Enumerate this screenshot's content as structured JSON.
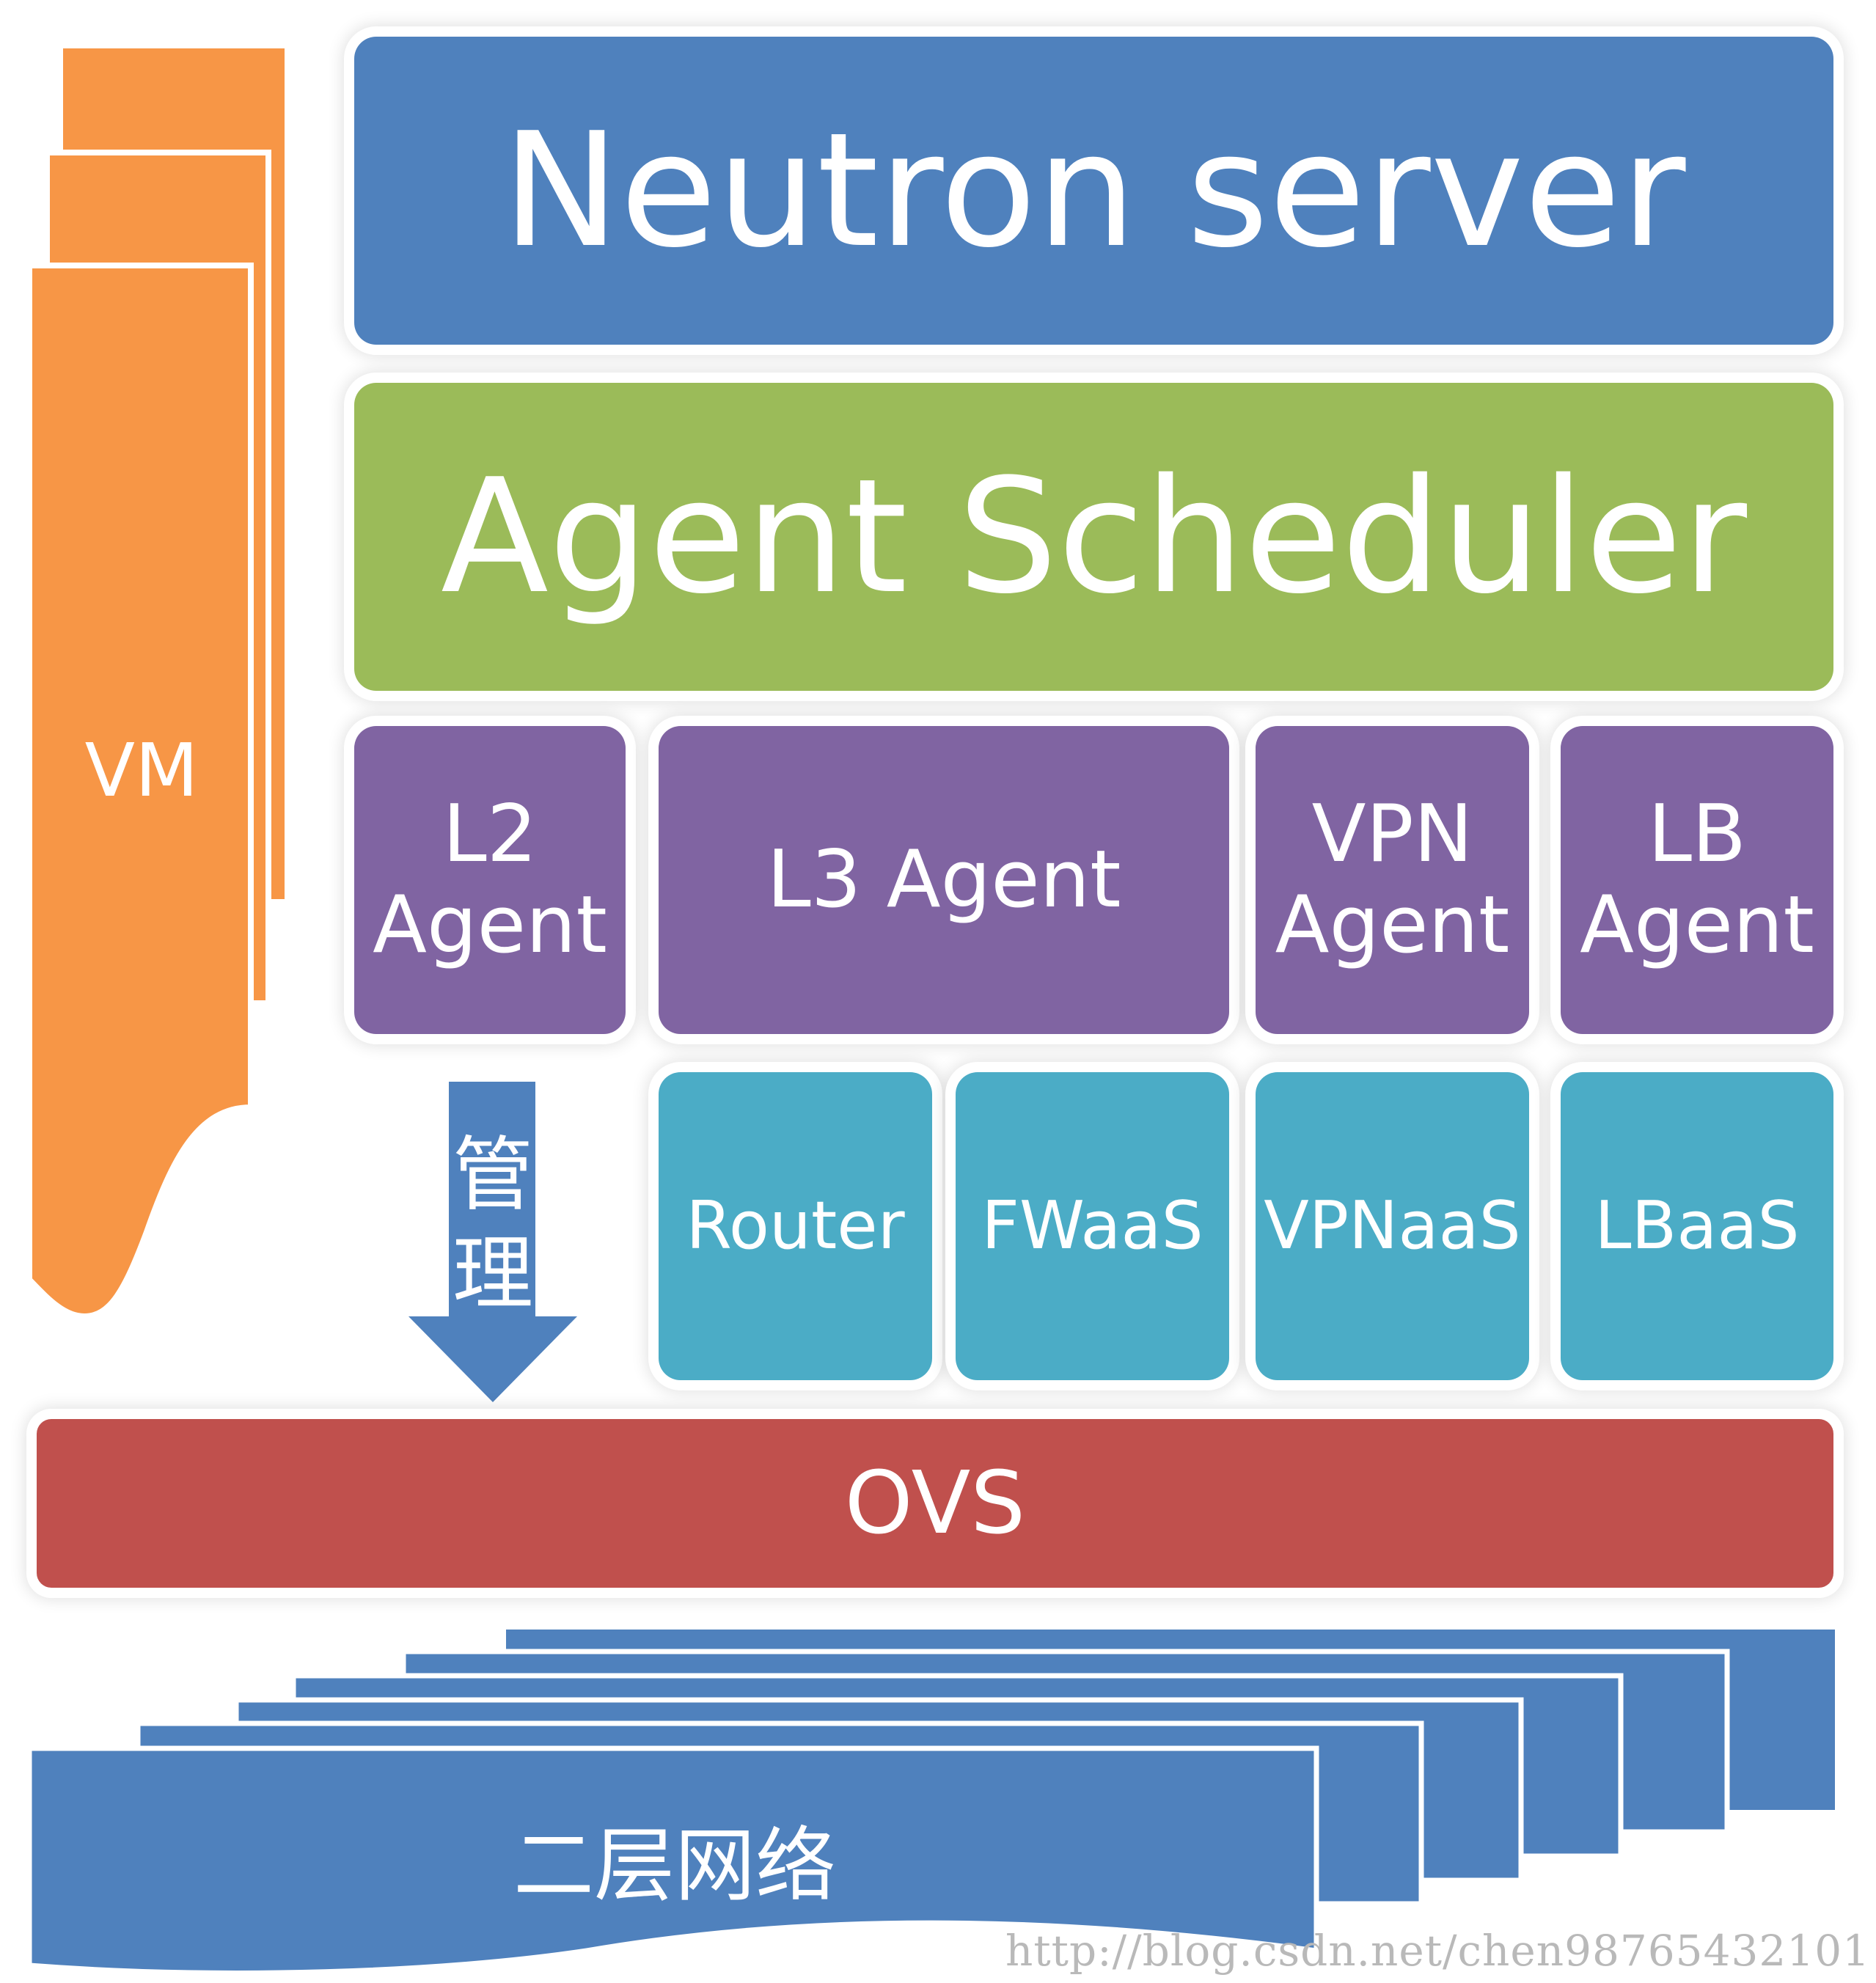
{
  "diagram": {
    "neutron_server": "Neutron server",
    "agent_scheduler": "Agent Scheduler",
    "agents": {
      "l2": [
        "L2",
        "Agent"
      ],
      "l3": "L3 Agent",
      "vpn": [
        "VPN",
        "Agent"
      ],
      "lb": [
        "LB",
        "Agent"
      ]
    },
    "services": {
      "router": "Router",
      "fwaas": "FWaaS",
      "vpnaas": "VPNaaS",
      "lbaas": "LBaaS"
    },
    "vm": "VM",
    "manage_arrow": [
      "管",
      "理"
    ],
    "ovs": "OVS",
    "layer2_network": "二层网络",
    "watermark": "http://blog.csdn.net/chen98765432101"
  },
  "colors": {
    "server": "#4f81bd",
    "scheduler": "#9bbb59",
    "agent": "#8064a2",
    "service": "#4bacc6",
    "ovs": "#c0504d",
    "vm": "#f79646",
    "network": "#4f81bd",
    "arrow": "#4f81bd"
  }
}
